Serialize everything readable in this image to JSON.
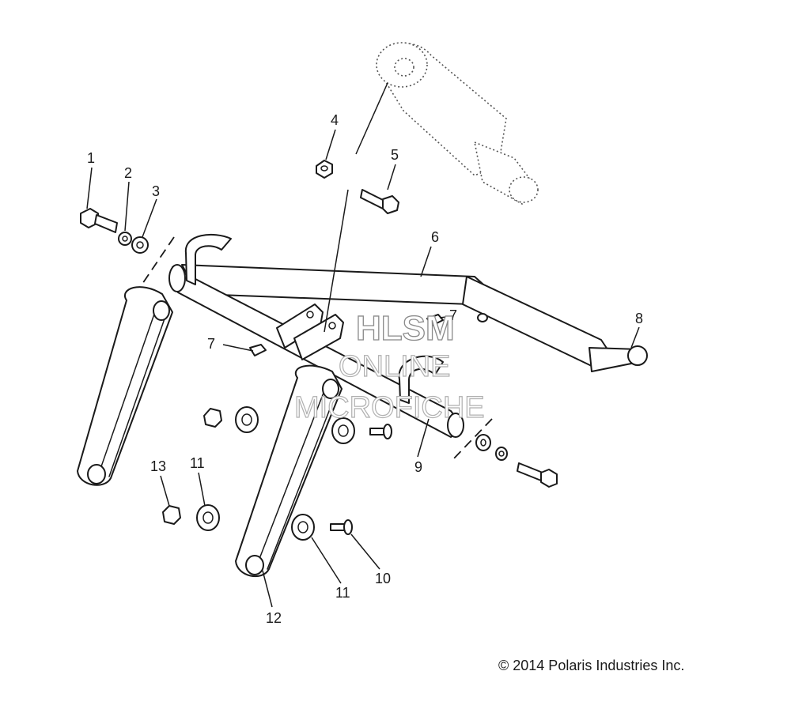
{
  "callouts": [
    {
      "id": "1",
      "label": "1"
    },
    {
      "id": "2",
      "label": "2"
    },
    {
      "id": "3",
      "label": "3"
    },
    {
      "id": "4",
      "label": "4"
    },
    {
      "id": "5",
      "label": "5"
    },
    {
      "id": "6",
      "label": "6"
    },
    {
      "id": "7a",
      "label": "7"
    },
    {
      "id": "7b",
      "label": "7"
    },
    {
      "id": "8",
      "label": "8"
    },
    {
      "id": "9",
      "label": "9"
    },
    {
      "id": "10",
      "label": "10"
    },
    {
      "id": "11a",
      "label": "11"
    },
    {
      "id": "11b",
      "label": "11"
    },
    {
      "id": "12",
      "label": "12"
    },
    {
      "id": "13",
      "label": "13"
    }
  ],
  "watermark": {
    "line1": "HLSM",
    "line2": "ONLINE",
    "line3": "MICROFICHE"
  },
  "copyright": "© 2014 Polaris Industries Inc."
}
